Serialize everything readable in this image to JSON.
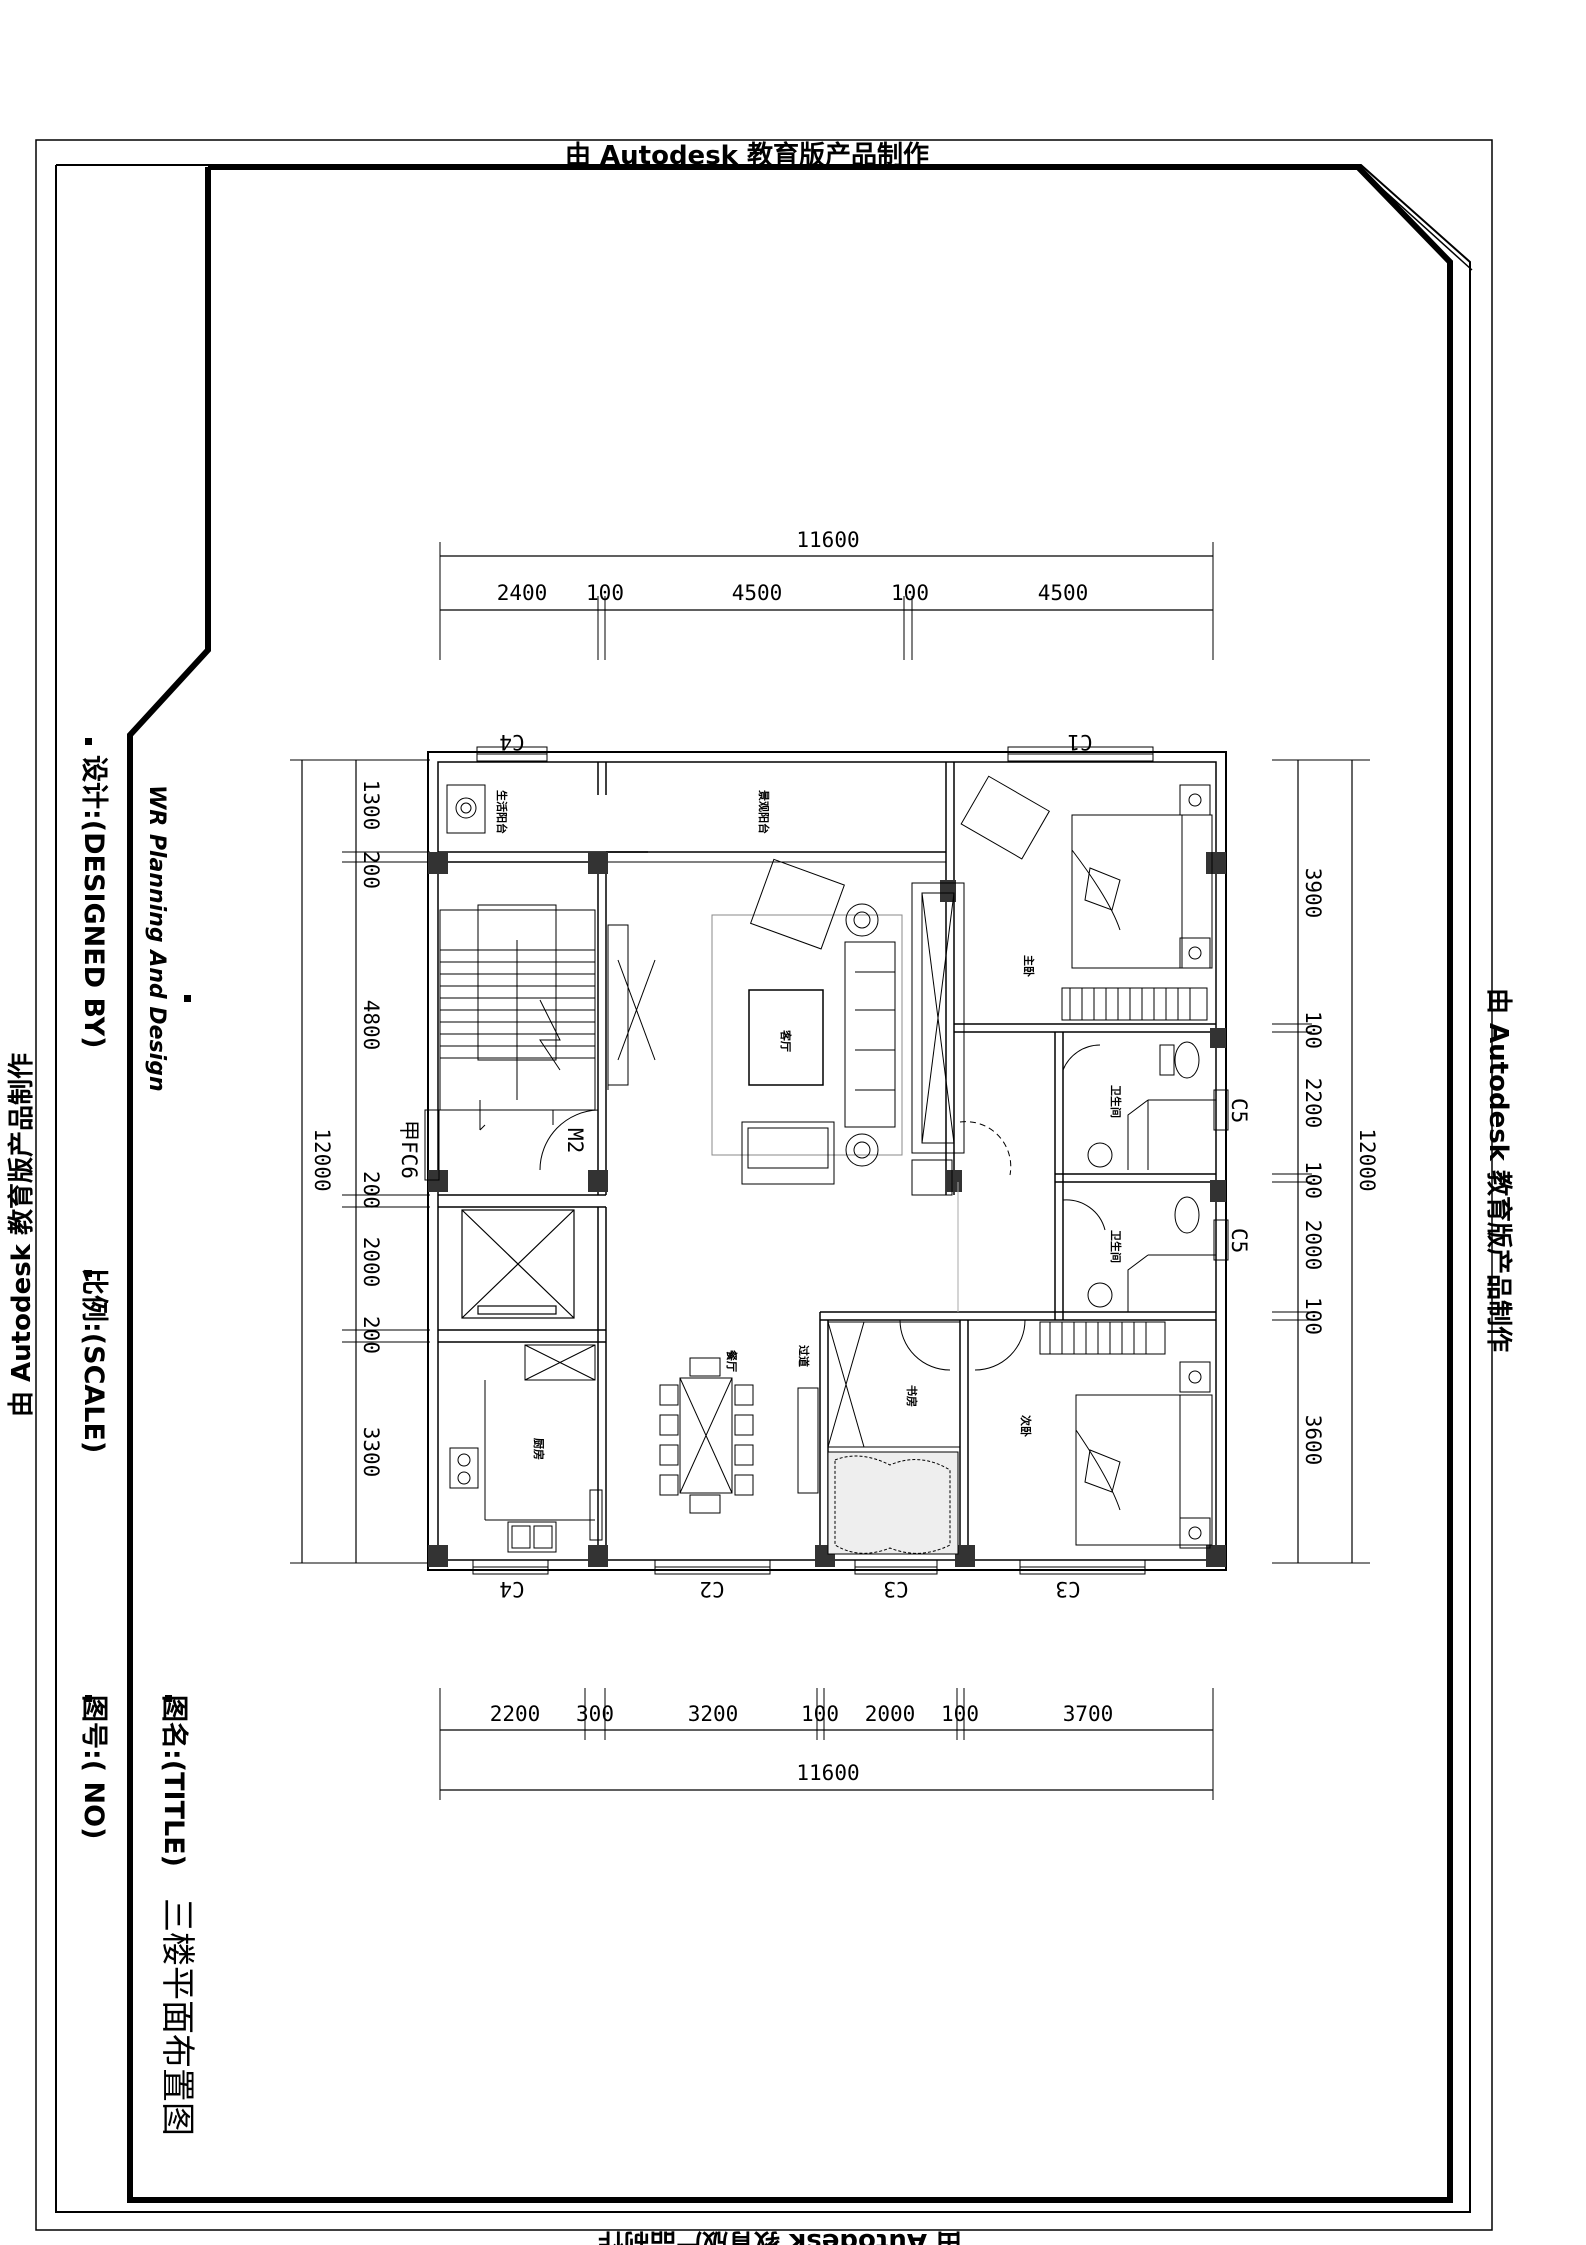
{
  "watermark": "由 Autodesk 教育版产品制作",
  "title_block": {
    "designed_by": "设计:(DESIGNED BY)",
    "scale": "比例:(SCALE)",
    "title": "图名:(TITLE)",
    "drawing_no": "图号:( NO)",
    "company": "WR Planning And Design",
    "drawing_title": "三楼平面布置图"
  },
  "dimensions": {
    "top_total": "11600",
    "top_segments": [
      "2400",
      "100",
      "4500",
      "100",
      "4500"
    ],
    "bottom_total": "11600",
    "bottom_segments": [
      "2200",
      "300",
      "3200",
      "100",
      "2000",
      "100",
      "3700"
    ],
    "left_total": "12000",
    "left_segments": [
      "1300",
      "200",
      "4800",
      "200",
      "2000",
      "200",
      "3300"
    ],
    "right_total": "12000",
    "right_segments": [
      "3900",
      "100",
      "2200",
      "100",
      "2000",
      "100",
      "3600"
    ]
  },
  "window_labels": {
    "top_left": "C4",
    "top_right": "C1",
    "bottom_c4": "C4",
    "bottom_c2": "C2",
    "bottom_c3a": "C3",
    "bottom_c3b": "C3",
    "right_c5a": "C5",
    "right_c5b": "C5"
  },
  "door_labels": {
    "stair_door": "M2",
    "fire_door": "甲FC6"
  },
  "room_labels": {
    "balcony_left": "生活阳台",
    "balcony_right": "景观阳台",
    "living": "客厅",
    "master": "主卧",
    "bath1": "卫生间",
    "bath2": "卫生间",
    "dining": "餐厅",
    "kitchen": "厨房",
    "second_bed": "次卧",
    "study": "书房",
    "corridor": "过道"
  }
}
